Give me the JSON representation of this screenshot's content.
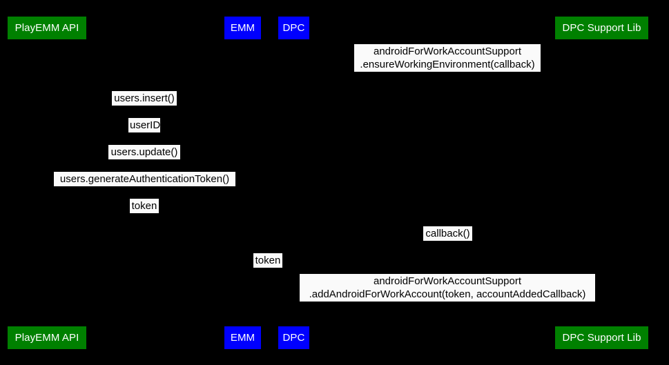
{
  "diagram": {
    "type": "sequence-diagram",
    "background_color": "#000000",
    "participant_colors": {
      "green": "#008000",
      "blue": "#0000ff",
      "label_background": "#fafafa",
      "label_text": "#000000",
      "participant_text": "#ffffff"
    },
    "participants_top": [
      {
        "id": "playemm-api",
        "label": "PlayEMM API",
        "color": "green"
      },
      {
        "id": "emm",
        "label": "EMM",
        "color": "blue"
      },
      {
        "id": "dpc",
        "label": "DPC",
        "color": "blue"
      },
      {
        "id": "dpc-support-lib",
        "label": "DPC Support Lib",
        "color": "green"
      }
    ],
    "participants_bottom": [
      {
        "id": "playemm-api",
        "label": "PlayEMM API",
        "color": "green"
      },
      {
        "id": "emm",
        "label": "EMM",
        "color": "blue"
      },
      {
        "id": "dpc",
        "label": "DPC",
        "color": "blue"
      },
      {
        "id": "dpc-support-lib",
        "label": "DPC Support Lib",
        "color": "green"
      }
    ],
    "messages": [
      {
        "id": "ensure-working-environment",
        "line1": "androidForWorkAccountSupport",
        "line2": ".ensureWorkingEnvironment(callback)",
        "from": "dpc",
        "to": "dpc-support-lib"
      },
      {
        "id": "users-insert",
        "line1": "users.insert()",
        "from": "emm",
        "to": "playemm-api"
      },
      {
        "id": "user-id",
        "line1": "userID",
        "from": "playemm-api",
        "to": "emm"
      },
      {
        "id": "users-update",
        "line1": "users.update()",
        "from": "emm",
        "to": "playemm-api"
      },
      {
        "id": "users-generate-authentication-token",
        "line1": "users.generateAuthenticationToken()",
        "from": "emm",
        "to": "playemm-api"
      },
      {
        "id": "token-to-emm",
        "line1": "token",
        "from": "playemm-api",
        "to": "emm"
      },
      {
        "id": "callback",
        "line1": "callback()",
        "from": "dpc-support-lib",
        "to": "dpc"
      },
      {
        "id": "token-to-dpc",
        "line1": "token",
        "from": "emm",
        "to": "dpc"
      },
      {
        "id": "add-android-for-work-account",
        "line1": "androidForWorkAccountSupport",
        "line2": ".addAndroidForWorkAccount(token, accountAddedCallback)",
        "from": "dpc",
        "to": "dpc-support-lib"
      }
    ]
  }
}
